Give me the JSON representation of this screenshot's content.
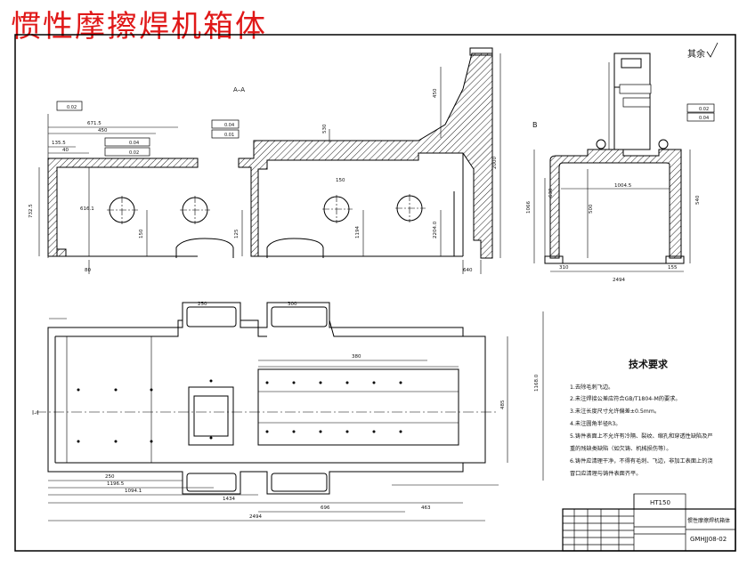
{
  "title": "惯性摩擦焊机箱体",
  "section_labels": {
    "section_aa": "A–A",
    "view_b": "B",
    "section_ii": "I–I",
    "roughness_rest": "其余"
  },
  "tech": {
    "heading": "技术要求",
    "items": [
      "1.去除毛刺飞边。",
      "2.未注焊接公差应符合GB/T1804-M的要求。",
      "3.未注长度尺寸允许偏差±0.5mm。",
      "4.未注圆角半径R3。",
      "5.铸件表面上不允许有冷隔、裂纹、缩孔和穿透性缺陷及严",
      "  重的残缺类缺陷（如欠铸、机械损伤等）。",
      "6.铸件应清理干净，不得有毛刺、飞边，非加工表面上的浇",
      "  冒口应清理与铸件表面齐平。"
    ]
  },
  "titleblock": {
    "material": "HT150",
    "name": "惯性摩擦焊机箱体",
    "code": "GMHJJ08-02"
  },
  "dims": {
    "d1": "671.5",
    "d2": "450",
    "d3": "135.5",
    "d4": "40",
    "d5": "2000",
    "d6": "732.5",
    "d7": "616.1",
    "d8": "150",
    "d9": "125",
    "d10": "1194",
    "d11": "2204.0",
    "d12": "80",
    "d13": "640",
    "d14": "450",
    "d15": "530",
    "d16": "150",
    "d17": "1066",
    "d18": "630",
    "d19": "500",
    "d20": "1004.5",
    "d21": "2494",
    "d22": "540",
    "d23": "310",
    "d24": "155",
    "d25": "250",
    "d26": "300",
    "d27": "380",
    "d28": "1168.0",
    "d29": "485",
    "d30": "250",
    "d31": "1196.5",
    "d32": "1094.1",
    "d33": "1434",
    "d34": "696",
    "d35": "463",
    "d36": "2494"
  },
  "tol": {
    "t1": "0.02",
    "t2": "0.04",
    "t3": "0.02",
    "t4": "0.04",
    "t5": "0.01",
    "t6": "0.02",
    "t7": "0.04"
  }
}
